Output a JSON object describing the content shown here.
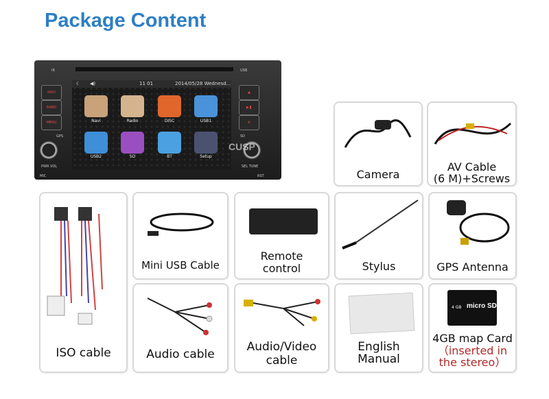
{
  "title": "Package Content",
  "stereo": {
    "status_time": "11 01",
    "status_date": "2014/05/28 Wednesd...",
    "apps": [
      "Navi",
      "Radio",
      "DISC",
      "USB1",
      "USB2",
      "SD",
      "BT",
      "Setup"
    ],
    "left_buttons": [
      "NAVI",
      "BAND",
      "MENU"
    ],
    "labels": {
      "ir": "IR",
      "usb": "USB",
      "gps": "GPS",
      "sd": "SD",
      "pwr_vol": "PWR  VOL",
      "sel_tune": "SEL  TUNE",
      "mic": "MIC",
      "rst": "RST"
    },
    "watermark": "CUSP"
  },
  "items": {
    "camera": "Camera",
    "av_cable": [
      "AV Cable",
      "(6 M)+Screws"
    ],
    "iso": "ISO cable",
    "mini_usb": "Mini USB Cable",
    "remote": [
      "Remote",
      "control"
    ],
    "stylus": "Stylus",
    "gps": "GPS Antenna",
    "audio": "Audio cable",
    "av": [
      "Audio/Video",
      "cable"
    ],
    "manual": [
      "English",
      "Manual"
    ],
    "card": [
      "4GB map Card",
      "（inserted in",
      "the stereo）"
    ],
    "card_print": {
      "size": "4 GB",
      "brand": "micro SD"
    }
  },
  "colors": {
    "title": "#2e7fc3",
    "note": "#b02a2a"
  }
}
